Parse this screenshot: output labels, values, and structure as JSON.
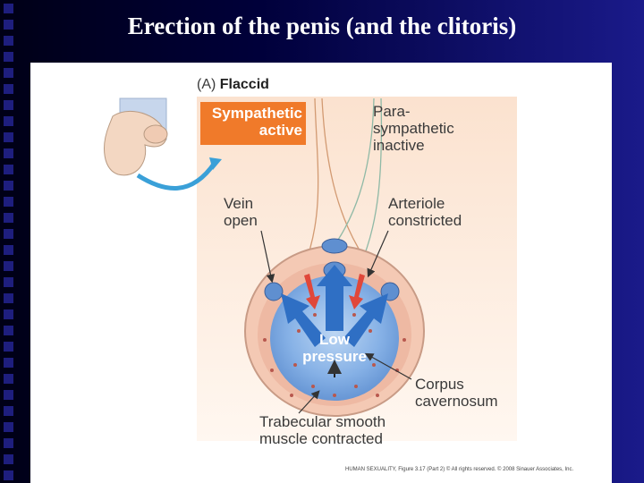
{
  "slide": {
    "title": "Erection of the penis (and the clitoris)"
  },
  "figure": {
    "panel_label": "(A)",
    "panel_title": "Flaccid",
    "sympathetic_line1": "Sympathetic",
    "sympathetic_line2": "active",
    "para_line1": "Para-",
    "para_line2": "sympathetic",
    "para_line3": "inactive",
    "vein_line1": "Vein",
    "vein_line2": "open",
    "arteriole_line1": "Arteriole",
    "arteriole_line2": "constricted",
    "pressure_line1": "Low",
    "pressure_line2": "pressure",
    "corpus_line1": "Corpus",
    "corpus_line2": "cavernosum",
    "trabecular_line1": "Trabecular smooth",
    "trabecular_line2": "muscle contracted",
    "copyright": "HUMAN SEXUALITY, Figure 3.17 (Part 2) © All rights reserved. © 2008 Sinauer Associates, Inc.",
    "colors": {
      "sympathetic_box": "#f07a2a",
      "low_pressure_arrow": "#2f6fc4",
      "artery_arrow": "#e0473a",
      "tissue": "#f4c9b4"
    }
  }
}
